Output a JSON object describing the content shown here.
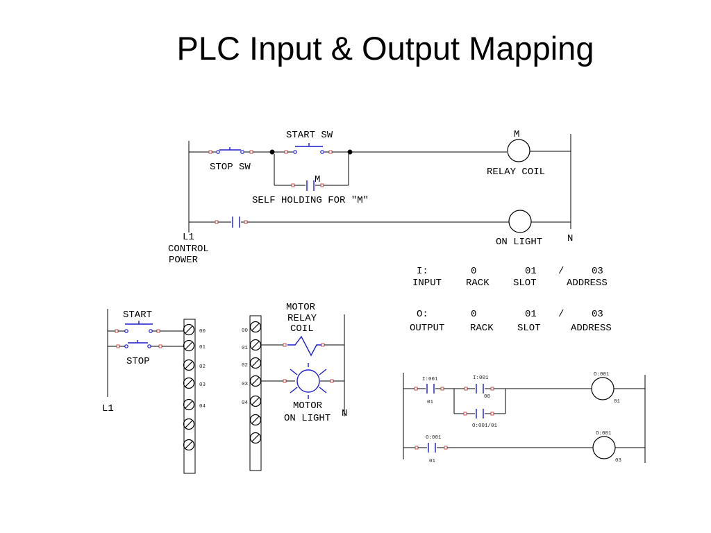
{
  "title": "PLC Input & Output Mapping",
  "ladder": {
    "start_sw": "START SW",
    "stop_sw": "STOP SW",
    "m_coil_label": "M",
    "relay_coil": "RELAY COIL",
    "m_contact": "M",
    "self_holding": "SELF HOLDING FOR \"M\"",
    "l1": "L1",
    "control": "CONTROL",
    "power": "POWER",
    "on_light": "ON LIGHT",
    "n": "N"
  },
  "input_address": {
    "type": "I:",
    "rack": "0",
    "slot": "01",
    "sep": "/",
    "address": "03",
    "type_label": "INPUT",
    "rack_label": "RACK",
    "slot_label": "SLOT",
    "address_label": "ADDRESS"
  },
  "output_address": {
    "type": "O:",
    "rack": "0",
    "slot": "01",
    "sep": "/",
    "address": "03",
    "type_label": "OUTPUT",
    "rack_label": "RACK",
    "slot_label": "SLOT",
    "address_label": "ADDRESS"
  },
  "input_module": {
    "start": "START",
    "stop": "STOP",
    "l1": "L1",
    "terminals": [
      "00",
      "01",
      "02",
      "03",
      "04"
    ]
  },
  "output_module": {
    "motor": "MOTOR",
    "relay": "RELAY",
    "coil": "COIL",
    "motor2": "MOTOR",
    "on_light": "ON LIGHT",
    "n": "N",
    "terminals": [
      "00",
      "01",
      "02",
      "03",
      "04"
    ]
  },
  "plc_ladder": {
    "c1_top": "I:001",
    "c1_bot": "01",
    "c2_top": "I:001",
    "c2_bot": "00",
    "c3_bot": "O:001/01",
    "coil1_top": "O:001",
    "coil1_bot": "01",
    "c4_top": "O:001",
    "c4_bot": "01",
    "coil2_top": "O:001",
    "coil2_bot": "03"
  }
}
